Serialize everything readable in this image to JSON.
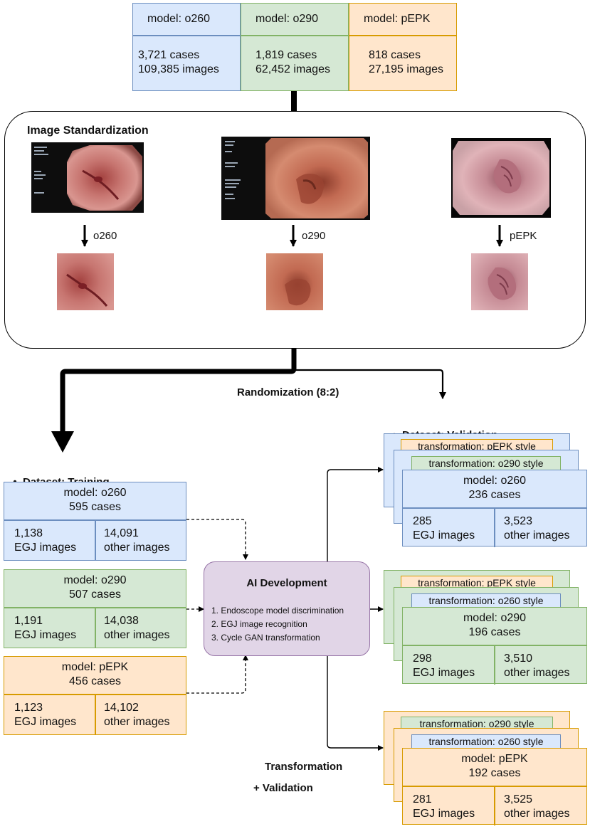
{
  "models_top": [
    {
      "name": "model: o260",
      "cases": "3,721 cases",
      "images": "109,385 images"
    },
    {
      "name": "model: o290",
      "cases": "1,819 cases",
      "images": "62,452 images"
    },
    {
      "name": "model: pEPK",
      "cases": "818 cases",
      "images": "27,195 images"
    }
  ],
  "standardization": {
    "title": "Image Standardization",
    "arrow_labels": [
      "o260",
      "o290",
      "pEPK"
    ]
  },
  "randomization_label": "Randomization (8:2)",
  "training": {
    "title": "Dataset: Training",
    "boxes": [
      {
        "model": "model: o260",
        "cases": "595 cases",
        "egj_count": "1,138",
        "egj_label": "EGJ images",
        "other_count": "14,091",
        "other_label": "other images"
      },
      {
        "model": "model: o290",
        "cases": "507 cases",
        "egj_count": "1,191",
        "egj_label": "EGJ images",
        "other_count": "14,038",
        "other_label": "other images"
      },
      {
        "model": "model: pEPK",
        "cases": "456 cases",
        "egj_count": "1,123",
        "egj_label": "EGJ images",
        "other_count": "14,102",
        "other_label": "other images"
      }
    ]
  },
  "ai": {
    "title": "AI Development",
    "items": [
      "1. Endoscope model discrimination",
      "2. EGJ image recognition",
      "3. Cycle GAN transformation"
    ]
  },
  "validation": {
    "title": "Dataset: Validation",
    "stacks": [
      {
        "back1": "transformation: pEPK style",
        "back2": "transformation: o290 style",
        "model": "model: o260",
        "cases": "236 cases",
        "egj_count": "285",
        "egj_label": "EGJ images",
        "other_count": "3,523",
        "other_label": "other images"
      },
      {
        "back1": "transformation: pEPK style",
        "back2": "transformation: o260 style",
        "model": "model: o290",
        "cases": "196 cases",
        "egj_count": "298",
        "egj_label": "EGJ images",
        "other_count": "3,510",
        "other_label": "other images"
      },
      {
        "back1": "transformation: o290 style",
        "back2": "transformation: o260 style",
        "model": "model: pEPK",
        "cases": "192 cases",
        "egj_count": "281",
        "egj_label": "EGJ images",
        "other_count": "3,525",
        "other_label": "other images"
      }
    ]
  },
  "transformation_label": "Transformation",
  "validation_label": "+ Validation"
}
